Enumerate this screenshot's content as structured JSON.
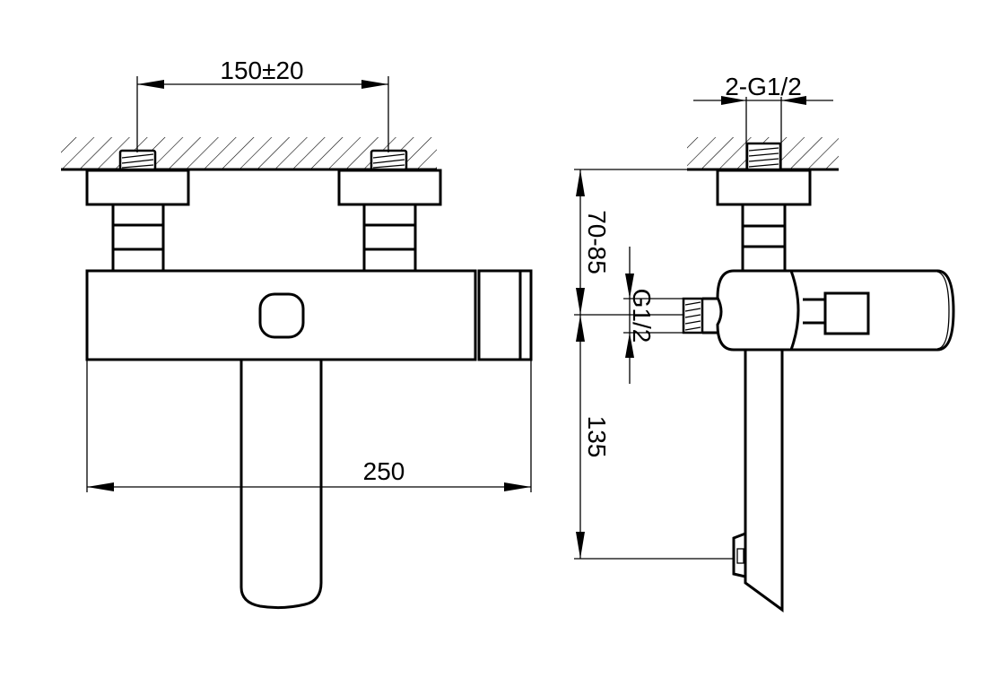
{
  "drawing": {
    "front_view": {
      "dim_inlet_spacing": "150±20",
      "dim_width": "250"
    },
    "side_view": {
      "dim_inlet_thread": "2-G1/2",
      "dim_wall_to_inlet": "70-85",
      "dim_outlet_thread": "G1/2",
      "dim_inlet_to_outlet": "135"
    },
    "colors": {
      "line": "#000000",
      "background": "#ffffff"
    }
  }
}
